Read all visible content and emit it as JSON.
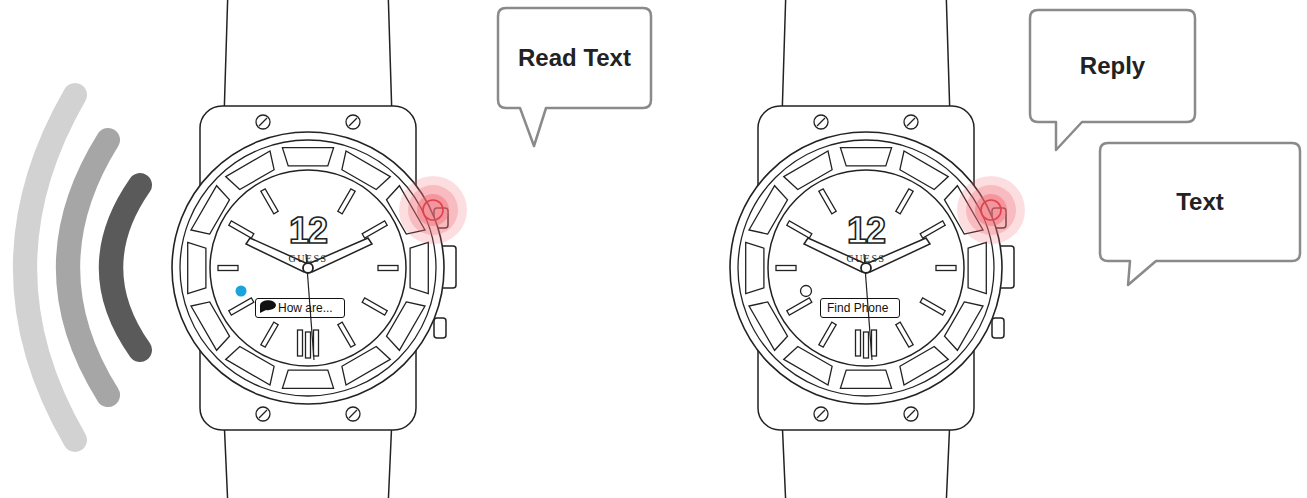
{
  "diagram": {
    "nodes": [
      {
        "text": [
          "Read Text"
        ]
      },
      {
        "text": [
          "How are..."
        ]
      },
      {
        "text": [
          "Reply"
        ]
      },
      {
        "text": [
          "Text"
        ]
      },
      {
        "text": [
          "Find Phone"
        ]
      }
    ],
    "labels": [
      "12",
      "GUESS",
      "12",
      "GUESS"
    ]
  }
}
